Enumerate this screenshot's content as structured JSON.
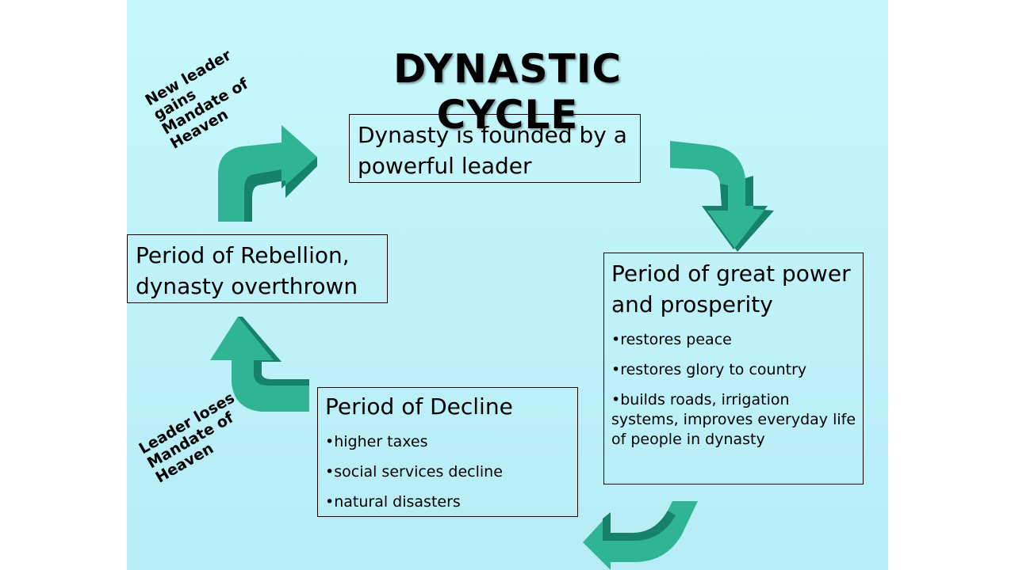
{
  "title": "DYNASTIC CYCLE",
  "stages": {
    "founded": {
      "heading": "Dynasty is founded by a powerful leader"
    },
    "prosperity": {
      "heading": "Period of great power and prosperity",
      "bullets": [
        "restores peace",
        "restores glory to country",
        "builds roads, irrigation systems, improves everyday life of people in dynasty"
      ]
    },
    "decline": {
      "heading": "Period of Decline",
      "bullets": [
        "higher taxes",
        "social services decline",
        "natural disasters"
      ]
    },
    "rebellion": {
      "heading": "Period of Rebellion, dynasty overthrown"
    }
  },
  "side_labels": {
    "gains": "New leader\ngains\nMandate of\nHeaven",
    "loses": "Leader loses\nMandate of\nHeaven"
  },
  "colors": {
    "background": "#c2f5fa",
    "arrow_light": "#2fb594",
    "arrow_dark": "#17826a"
  }
}
